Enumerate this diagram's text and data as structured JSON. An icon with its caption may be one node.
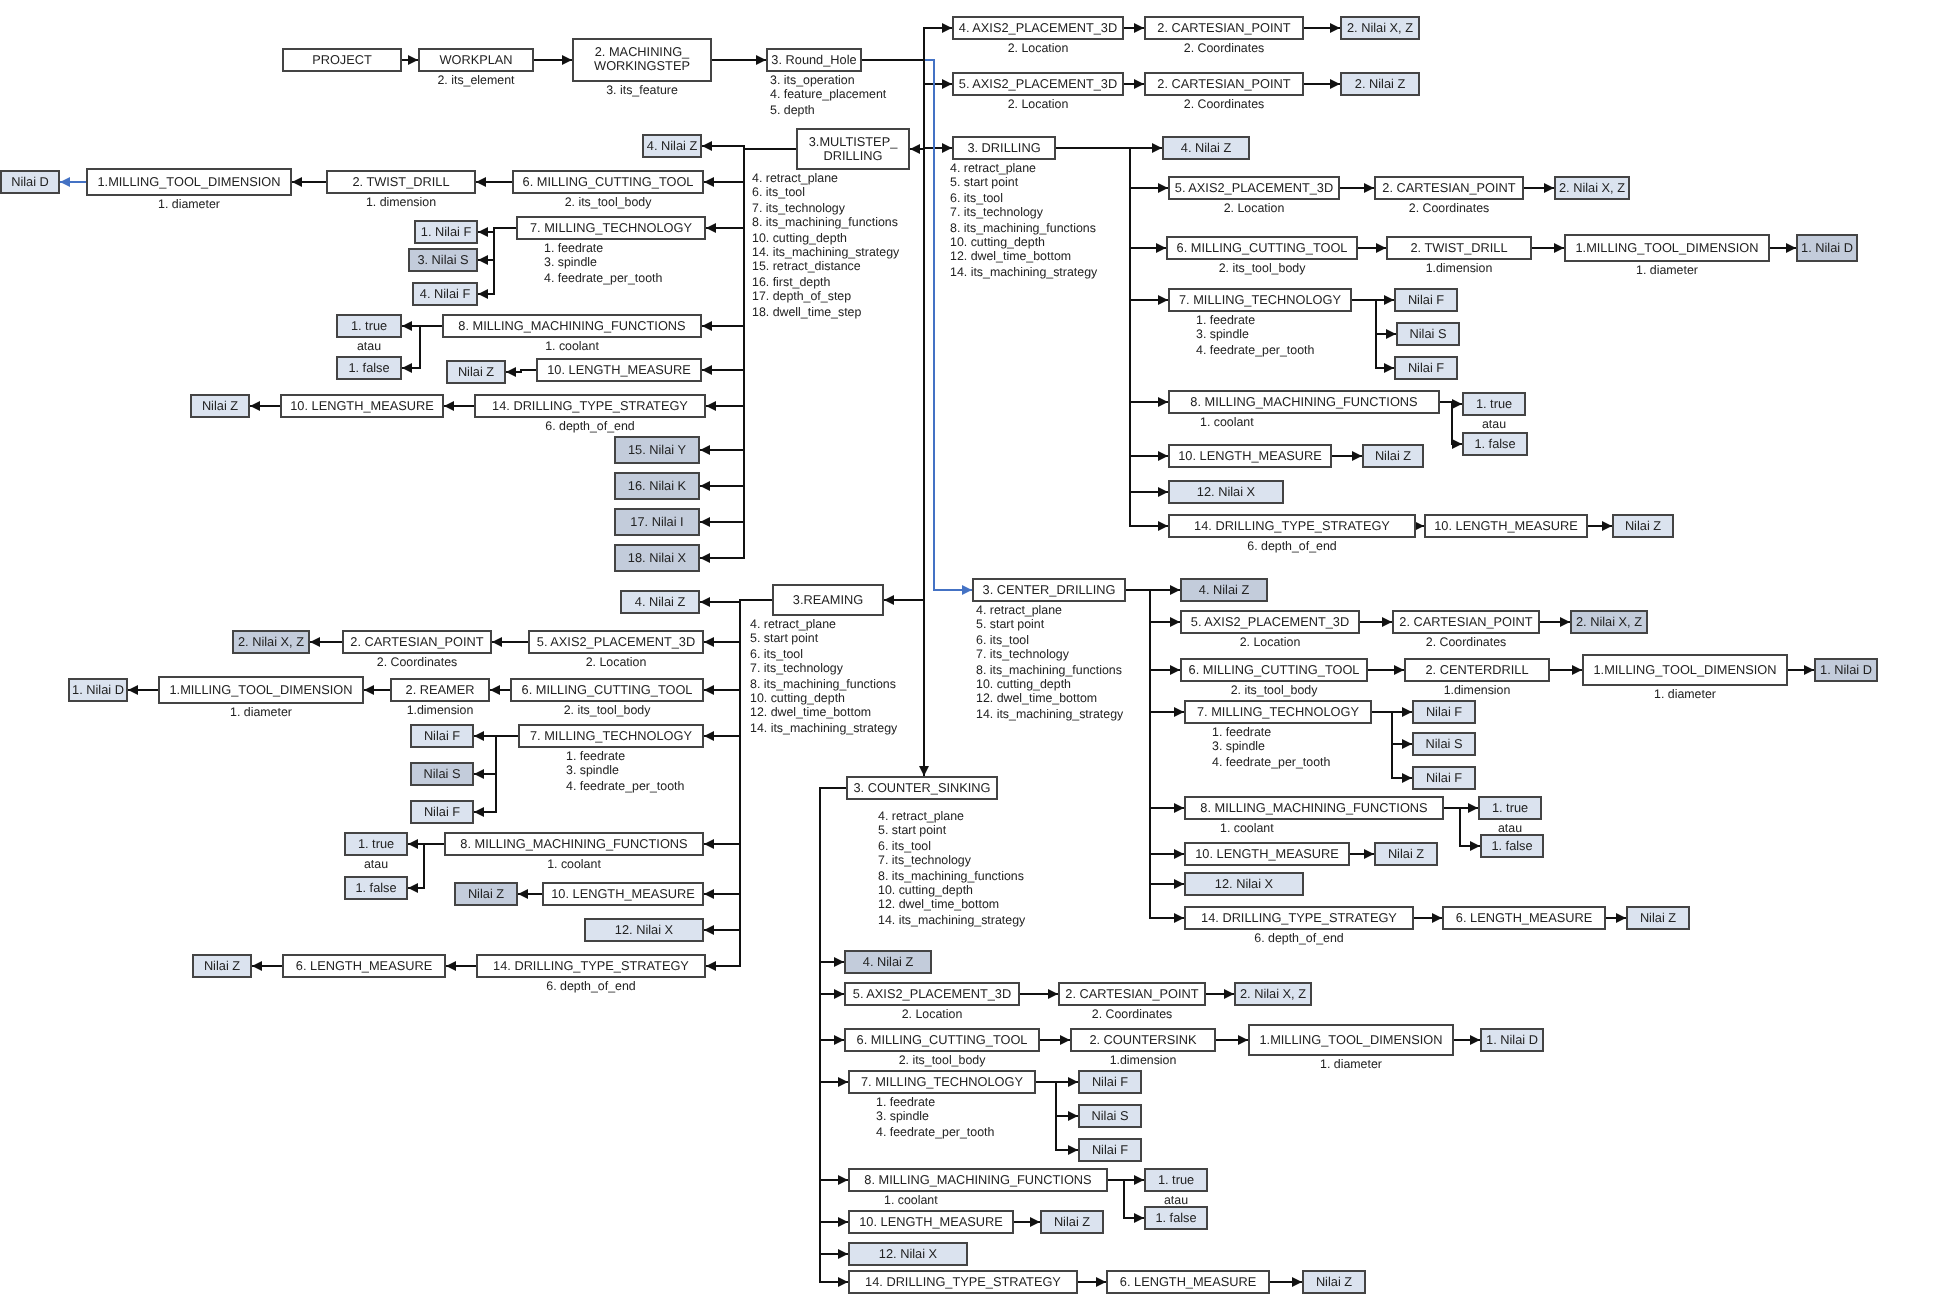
{
  "diagram": {
    "nodes": [
      {
        "text": [
          "PROJECT"
        ]
      },
      {
        "text": [
          "WORKPLAN"
        ],
        "beside": [
          "2. its_element"
        ]
      },
      {
        "text": [
          "2. MACHINING_ WORKINGSTEP"
        ],
        "beside": [
          "3. its_feature"
        ]
      },
      {
        "text": [
          "3. Round_Hole"
        ],
        "beside": [
          "3. its_operation",
          "4. feature_placement",
          "5. depth"
        ]
      },
      {
        "text": [
          "4. AXIS2_PLACEMENT_3D"
        ],
        "beside": [
          "2. Location"
        ]
      },
      {
        "text": [
          "2. CARTESIAN_POINT"
        ],
        "beside": [
          "2. Coordinates"
        ]
      },
      {
        "text": [
          "2. Nilai X, Z"
        ]
      },
      {
        "text": [
          "5. AXIS2_PLACEMENT_3D"
        ],
        "beside": [
          "2. Location"
        ]
      },
      {
        "text": [
          "2. CARTESIAN_POINT"
        ],
        "beside": [
          "2. Coordinates"
        ]
      },
      {
        "text": [
          "2. Nilai Z"
        ]
      },
      {
        "text": [
          "3.MULTISTEP_ DRILLING"
        ],
        "beside": [
          "4. retract_plane",
          "6. its_tool",
          "7. its_technology",
          "8. its_machining_functions",
          "10. cutting_depth",
          "14. its_machining_strategy",
          "15. retract_distance",
          "16. first_depth",
          "17. depth_of_step",
          "18. dwell_time_step"
        ]
      },
      {
        "text": [
          "4. Nilai Z"
        ]
      },
      {
        "text": [
          "6. MILLING_CUTTING_TOOL"
        ],
        "beside": [
          "2. its_tool_body"
        ]
      },
      {
        "text": [
          "2. TWIST_DRILL"
        ],
        "beside": [
          "1. dimension"
        ]
      },
      {
        "text": [
          "1.MILLING_TOOL_DIMENSION"
        ],
        "beside": [
          "1. diameter"
        ]
      },
      {
        "text": [
          "Nilai D"
        ]
      },
      {
        "text": [
          "7. MILLING_TECHNOLOGY"
        ],
        "beside": [
          "1. feedrate",
          "3. spindle",
          "4. feedrate_per_tooth"
        ]
      },
      {
        "text": [
          "1. Nilai F"
        ]
      },
      {
        "text": [
          "3. Nilai S"
        ]
      },
      {
        "text": [
          "4. Nilai F"
        ]
      },
      {
        "text": [
          "8. MILLING_MACHINING_FUNCTIONS"
        ],
        "beside": [
          "1. coolant"
        ]
      },
      {
        "text": [
          "1. true"
        ],
        "beside": [
          "atau"
        ]
      },
      {
        "text": [
          "1. false"
        ]
      },
      {
        "text": [
          "10. LENGTH_MEASURE"
        ]
      },
      {
        "text": [
          "Nilai Z"
        ]
      },
      {
        "text": [
          "14. DRILLING_TYPE_STRATEGY"
        ],
        "beside": [
          "6. depth_of_end"
        ]
      },
      {
        "text": [
          "10. LENGTH_MEASURE"
        ]
      },
      {
        "text": [
          "Nilai Z"
        ]
      },
      {
        "text": [
          "15. Nilai Y"
        ]
      },
      {
        "text": [
          "16. Nilai K"
        ]
      },
      {
        "text": [
          "17. Nilai I"
        ]
      },
      {
        "text": [
          "18. Nilai X"
        ]
      },
      {
        "text": [
          "3. DRILLING"
        ],
        "beside": [
          "4. retract_plane",
          "5. start point",
          "6. its_tool",
          "7. its_technology",
          "8. its_machining_functions",
          "10. cutting_depth",
          "12. dwel_time_bottom",
          "14. its_machining_strategy"
        ]
      },
      {
        "text": [
          "4. Nilai Z"
        ]
      },
      {
        "text": [
          "5. AXIS2_PLACEMENT_3D"
        ],
        "beside": [
          "2. Location"
        ]
      },
      {
        "text": [
          "2. CARTESIAN_POINT"
        ],
        "beside": [
          "2. Coordinates"
        ]
      },
      {
        "text": [
          "2. Nilai X, Z"
        ]
      },
      {
        "text": [
          "6. MILLING_CUTTING_TOOL"
        ],
        "beside": [
          "2. its_tool_body"
        ]
      },
      {
        "text": [
          "2. TWIST_DRILL"
        ],
        "beside": [
          "1.dimension"
        ]
      },
      {
        "text": [
          "1.MILLING_TOOL_DIMENSION"
        ],
        "beside": [
          "1. diameter"
        ]
      },
      {
        "text": [
          "1. Nilai D"
        ]
      },
      {
        "text": [
          "7. MILLING_TECHNOLOGY"
        ],
        "beside": [
          "1. feedrate",
          "3. spindle",
          "4. feedrate_per_tooth"
        ]
      },
      {
        "text": [
          "Nilai F"
        ]
      },
      {
        "text": [
          "Nilai S"
        ]
      },
      {
        "text": [
          "Nilai F"
        ]
      },
      {
        "text": [
          "8. MILLING_MACHINING_FUNCTIONS"
        ],
        "beside": [
          "1. coolant"
        ]
      },
      {
        "text": [
          "1. true"
        ],
        "beside": [
          "atau"
        ]
      },
      {
        "text": [
          "1. false"
        ]
      },
      {
        "text": [
          "10. LENGTH_MEASURE"
        ]
      },
      {
        "text": [
          "Nilai Z"
        ]
      },
      {
        "text": [
          "12. Nilai X"
        ]
      },
      {
        "text": [
          "14. DRILLING_TYPE_STRATEGY"
        ],
        "beside": [
          "6. depth_of_end"
        ]
      },
      {
        "text": [
          "10. LENGTH_MEASURE"
        ]
      },
      {
        "text": [
          "Nilai Z"
        ]
      },
      {
        "text": [
          "3.REAMING"
        ],
        "beside": [
          "4. retract_plane",
          "5. start point",
          "6. its_tool",
          "7. its_technology",
          "8. its_machining_functions",
          "10. cutting_depth",
          "12. dwel_time_bottom",
          "14. its_machining_strategy"
        ]
      },
      {
        "text": [
          "4. Nilai Z"
        ]
      },
      {
        "text": [
          "5. AXIS2_PLACEMENT_3D"
        ],
        "beside": [
          "2. Location"
        ]
      },
      {
        "text": [
          "2. CARTESIAN_POINT"
        ],
        "beside": [
          "2. Coordinates"
        ]
      },
      {
        "text": [
          "2. Nilai X, Z"
        ]
      },
      {
        "text": [
          "6. MILLING_CUTTING_TOOL"
        ],
        "beside": [
          "2. its_tool_body"
        ]
      },
      {
        "text": [
          "2. REAMER"
        ],
        "beside": [
          "1.dimension"
        ]
      },
      {
        "text": [
          "1.MILLING_TOOL_DIMENSION"
        ],
        "beside": [
          "1. diameter"
        ]
      },
      {
        "text": [
          "1. Nilai D"
        ]
      },
      {
        "text": [
          "7. MILLING_TECHNOLOGY"
        ],
        "beside": [
          "1. feedrate",
          "3. spindle",
          "4. feedrate_per_tooth"
        ]
      },
      {
        "text": [
          "Nilai F"
        ]
      },
      {
        "text": [
          "Nilai S"
        ]
      },
      {
        "text": [
          "Nilai F"
        ]
      },
      {
        "text": [
          "8. MILLING_MACHINING_FUNCTIONS"
        ],
        "beside": [
          "1. coolant"
        ]
      },
      {
        "text": [
          "1. true"
        ],
        "beside": [
          "atau"
        ]
      },
      {
        "text": [
          "1. false"
        ]
      },
      {
        "text": [
          "10. LENGTH_MEASURE"
        ]
      },
      {
        "text": [
          "Nilai Z"
        ]
      },
      {
        "text": [
          "12. Nilai X"
        ]
      },
      {
        "text": [
          "14. DRILLING_TYPE_STRATEGY"
        ],
        "beside": [
          "6. depth_of_end"
        ]
      },
      {
        "text": [
          "6. LENGTH_MEASURE"
        ]
      },
      {
        "text": [
          "Nilai Z"
        ]
      },
      {
        "text": [
          "3. CENTER_DRILLING"
        ],
        "beside": [
          "4. retract_plane",
          "5. start point",
          "6. its_tool",
          "7. its_technology",
          "8. its_machining_functions",
          "10. cutting_depth",
          "12. dwel_time_bottom",
          "14. its_machining_strategy"
        ]
      },
      {
        "text": [
          "4. Nilai Z"
        ]
      },
      {
        "text": [
          "5. AXIS2_PLACEMENT_3D"
        ],
        "beside": [
          "2. Location"
        ]
      },
      {
        "text": [
          "2. CARTESIAN_POINT"
        ],
        "beside": [
          "2. Coordinates"
        ]
      },
      {
        "text": [
          "2. Nilai X, Z"
        ]
      },
      {
        "text": [
          "6. MILLING_CUTTING_TOOL"
        ],
        "beside": [
          "2. its_tool_body"
        ]
      },
      {
        "text": [
          "2. CENTERDRILL"
        ],
        "beside": [
          "1.dimension"
        ]
      },
      {
        "text": [
          "1.MILLING_TOOL_DIMENSION"
        ],
        "beside": [
          "1. diameter"
        ]
      },
      {
        "text": [
          "1. Nilai D"
        ]
      },
      {
        "text": [
          "7. MILLING_TECHNOLOGY"
        ],
        "beside": [
          "1. feedrate",
          "3. spindle",
          "4. feedrate_per_tooth"
        ]
      },
      {
        "text": [
          "Nilai F"
        ]
      },
      {
        "text": [
          "Nilai S"
        ]
      },
      {
        "text": [
          "Nilai F"
        ]
      },
      {
        "text": [
          "8. MILLING_MACHINING_FUNCTIONS"
        ],
        "beside": [
          "1. coolant"
        ]
      },
      {
        "text": [
          "1. true"
        ],
        "beside": [
          "atau"
        ]
      },
      {
        "text": [
          "1. false"
        ]
      },
      {
        "text": [
          "10. LENGTH_MEASURE"
        ]
      },
      {
        "text": [
          "Nilai Z"
        ]
      },
      {
        "text": [
          "12. Nilai X"
        ]
      },
      {
        "text": [
          "14. DRILLING_TYPE_STRATEGY"
        ],
        "beside": [
          "6. depth_of_end"
        ]
      },
      {
        "text": [
          "6. LENGTH_MEASURE"
        ]
      },
      {
        "text": [
          "Nilai Z"
        ]
      },
      {
        "text": [
          "3. COUNTER_SINKING"
        ],
        "beside": [
          "4. retract_plane",
          "5. start point",
          "6. its_tool",
          "7. its_technology",
          "8. its_machining_functions",
          "10. cutting_depth",
          "12. dwel_time_bottom",
          "14. its_machining_strategy"
        ]
      },
      {
        "text": [
          "4. Nilai Z"
        ]
      },
      {
        "text": [
          "5. AXIS2_PLACEMENT_3D"
        ],
        "beside": [
          "2. Location"
        ]
      },
      {
        "text": [
          "2. CARTESIAN_POINT"
        ],
        "beside": [
          "2. Coordinates"
        ]
      },
      {
        "text": [
          "2. Nilai X, Z"
        ]
      },
      {
        "text": [
          "6. MILLING_CUTTING_TOOL"
        ],
        "beside": [
          "2. its_tool_body"
        ]
      },
      {
        "text": [
          "2. COUNTERSINK"
        ],
        "beside": [
          "1.dimension"
        ]
      },
      {
        "text": [
          "1.MILLING_TOOL_DIMENSION"
        ],
        "beside": [
          "1. diameter"
        ]
      },
      {
        "text": [
          "1. Nilai D"
        ]
      },
      {
        "text": [
          "7. MILLING_TECHNOLOGY"
        ],
        "beside": [
          "1. feedrate",
          "3. spindle",
          "4. feedrate_per_tooth"
        ]
      },
      {
        "text": [
          "Nilai F"
        ]
      },
      {
        "text": [
          "Nilai S"
        ]
      },
      {
        "text": [
          "Nilai F"
        ]
      },
      {
        "text": [
          "8. MILLING_MACHINING_FUNCTIONS"
        ],
        "beside": [
          "1. coolant"
        ]
      },
      {
        "text": [
          "1. true"
        ],
        "beside": [
          "atau"
        ]
      },
      {
        "text": [
          "1. false"
        ]
      },
      {
        "text": [
          "10. LENGTH_MEASURE"
        ]
      },
      {
        "text": [
          "Nilai Z"
        ]
      },
      {
        "text": [
          "12. Nilai X"
        ]
      },
      {
        "text": [
          "14. DRILLING_TYPE_STRATEGY"
        ]
      },
      {
        "text": [
          "6. LENGTH_MEASURE"
        ]
      },
      {
        "text": [
          "Nilai Z"
        ]
      }
    ],
    "edges": [
      {
        "from": 0,
        "to": 1,
        "arrow": "to"
      },
      {
        "from": 1,
        "to": 2,
        "arrow": "to"
      },
      {
        "from": 2,
        "to": 3,
        "arrow": "to"
      },
      {
        "from": 3,
        "to": 4,
        "arrow": "to"
      },
      {
        "from": 3,
        "to": 7,
        "arrow": "to"
      },
      {
        "from": 3,
        "to": 10,
        "arrow": "to"
      },
      {
        "from": 3,
        "to": 32,
        "arrow": "to"
      },
      {
        "from": 3,
        "to": 76,
        "arrow": "to",
        "color": "#4472c4"
      },
      {
        "from": 3,
        "to": 54,
        "arrow": "to"
      },
      {
        "from": 3,
        "to": 98,
        "arrow": "to"
      },
      {
        "from": 4,
        "to": 5,
        "arrow": "to"
      },
      {
        "from": 5,
        "to": 6,
        "arrow": "to"
      },
      {
        "from": 7,
        "to": 8,
        "arrow": "to"
      },
      {
        "from": 8,
        "to": 9,
        "arrow": "to"
      },
      {
        "from": 10,
        "to": 11,
        "arrow": "to"
      },
      {
        "from": 10,
        "to": 12,
        "arrow": "to"
      },
      {
        "from": 12,
        "to": 13,
        "arrow": "to"
      },
      {
        "from": 13,
        "to": 14,
        "arrow": "to"
      },
      {
        "from": 14,
        "to": 15,
        "arrow": "to",
        "color": "#4472c4"
      },
      {
        "from": 10,
        "to": 16,
        "arrow": "to"
      },
      {
        "from": 16,
        "to": 17,
        "arrow": "to"
      },
      {
        "from": 16,
        "to": 18,
        "arrow": "to"
      },
      {
        "from": 16,
        "to": 19,
        "arrow": "to"
      },
      {
        "from": 10,
        "to": 20,
        "arrow": "to"
      },
      {
        "from": 20,
        "to": 21,
        "arrow": "to"
      },
      {
        "from": 20,
        "to": 22,
        "arrow": "to"
      },
      {
        "from": 10,
        "to": 23,
        "arrow": "to"
      },
      {
        "from": 23,
        "to": 24,
        "arrow": "to"
      },
      {
        "from": 10,
        "to": 25,
        "arrow": "to"
      },
      {
        "from": 25,
        "to": 26,
        "arrow": "to"
      },
      {
        "from": 26,
        "to": 27,
        "arrow": "to"
      },
      {
        "from": 10,
        "to": 28,
        "arrow": "to"
      },
      {
        "from": 10,
        "to": 29,
        "arrow": "to"
      },
      {
        "from": 10,
        "to": 30,
        "arrow": "to"
      },
      {
        "from": 10,
        "to": 31,
        "arrow": "to"
      },
      {
        "from": 32,
        "to": 33,
        "arrow": "to"
      },
      {
        "from": 32,
        "to": 34,
        "arrow": "to"
      },
      {
        "from": 34,
        "to": 35,
        "arrow": "to"
      },
      {
        "from": 35,
        "to": 36,
        "arrow": "to"
      },
      {
        "from": 32,
        "to": 37,
        "arrow": "to"
      },
      {
        "from": 37,
        "to": 38,
        "arrow": "to"
      },
      {
        "from": 38,
        "to": 39,
        "arrow": "to"
      },
      {
        "from": 39,
        "to": 40,
        "arrow": "to"
      },
      {
        "from": 32,
        "to": 41,
        "arrow": "to"
      },
      {
        "from": 41,
        "to": 42,
        "arrow": "to"
      },
      {
        "from": 41,
        "to": 43,
        "arrow": "to"
      },
      {
        "from": 41,
        "to": 44,
        "arrow": "to"
      },
      {
        "from": 32,
        "to": 45,
        "arrow": "to"
      },
      {
        "from": 45,
        "to": 46,
        "arrow": "to"
      },
      {
        "from": 45,
        "to": 47,
        "arrow": "to"
      },
      {
        "from": 32,
        "to": 48,
        "arrow": "to"
      },
      {
        "from": 48,
        "to": 49,
        "arrow": "to"
      },
      {
        "from": 32,
        "to": 50,
        "arrow": "to"
      },
      {
        "from": 32,
        "to": 51,
        "arrow": "to"
      },
      {
        "from": 51,
        "to": 52,
        "arrow": "to"
      },
      {
        "from": 52,
        "to": 53,
        "arrow": "to"
      },
      {
        "from": 54,
        "to": 55,
        "arrow": "to"
      },
      {
        "from": 54,
        "to": 56,
        "arrow": "to"
      },
      {
        "from": 56,
        "to": 57,
        "arrow": "to"
      },
      {
        "from": 57,
        "to": 58,
        "arrow": "to"
      },
      {
        "from": 54,
        "to": 59,
        "arrow": "to"
      },
      {
        "from": 59,
        "to": 60,
        "arrow": "to"
      },
      {
        "from": 60,
        "to": 61,
        "arrow": "to"
      },
      {
        "from": 61,
        "to": 62,
        "arrow": "to"
      },
      {
        "from": 54,
        "to": 63,
        "arrow": "to"
      },
      {
        "from": 63,
        "to": 64,
        "arrow": "to"
      },
      {
        "from": 63,
        "to": 65,
        "arrow": "to"
      },
      {
        "from": 63,
        "to": 66,
        "arrow": "to"
      },
      {
        "from": 54,
        "to": 67,
        "arrow": "to"
      },
      {
        "from": 67,
        "to": 68,
        "arrow": "to"
      },
      {
        "from": 67,
        "to": 69,
        "arrow": "to"
      },
      {
        "from": 54,
        "to": 70,
        "arrow": "to"
      },
      {
        "from": 70,
        "to": 71,
        "arrow": "to"
      },
      {
        "from": 54,
        "to": 72,
        "arrow": "to"
      },
      {
        "from": 54,
        "to": 73,
        "arrow": "to"
      },
      {
        "from": 73,
        "to": 74,
        "arrow": "to"
      },
      {
        "from": 74,
        "to": 75,
        "arrow": "to"
      },
      {
        "from": 76,
        "to": 77,
        "arrow": "to"
      },
      {
        "from": 76,
        "to": 78,
        "arrow": "to"
      },
      {
        "from": 78,
        "to": 79,
        "arrow": "to"
      },
      {
        "from": 79,
        "to": 80,
        "arrow": "to"
      },
      {
        "from": 76,
        "to": 81,
        "arrow": "to"
      },
      {
        "from": 81,
        "to": 82,
        "arrow": "to"
      },
      {
        "from": 82,
        "to": 83,
        "arrow": "to"
      },
      {
        "from": 83,
        "to": 84,
        "arrow": "to"
      },
      {
        "from": 76,
        "to": 85,
        "arrow": "to"
      },
      {
        "from": 85,
        "to": 86,
        "arrow": "to"
      },
      {
        "from": 85,
        "to": 87,
        "arrow": "to"
      },
      {
        "from": 85,
        "to": 88,
        "arrow": "to"
      },
      {
        "from": 76,
        "to": 89,
        "arrow": "to"
      },
      {
        "from": 89,
        "to": 90,
        "arrow": "to"
      },
      {
        "from": 89,
        "to": 91,
        "arrow": "to"
      },
      {
        "from": 76,
        "to": 92,
        "arrow": "to"
      },
      {
        "from": 92,
        "to": 93,
        "arrow": "to"
      },
      {
        "from": 76,
        "to": 94,
        "arrow": "to"
      },
      {
        "from": 76,
        "to": 95,
        "arrow": "to"
      },
      {
        "from": 95,
        "to": 96,
        "arrow": "to"
      },
      {
        "from": 96,
        "to": 97,
        "arrow": "to"
      },
      {
        "from": 98,
        "to": 99,
        "arrow": "to"
      },
      {
        "from": 98,
        "to": 100,
        "arrow": "to"
      },
      {
        "from": 100,
        "to": 101,
        "arrow": "to"
      },
      {
        "from": 101,
        "to": 102,
        "arrow": "to"
      },
      {
        "from": 98,
        "to": 103,
        "arrow": "to"
      },
      {
        "from": 103,
        "to": 104,
        "arrow": "to"
      },
      {
        "from": 104,
        "to": 105,
        "arrow": "to"
      },
      {
        "from": 105,
        "to": 106,
        "arrow": "to"
      },
      {
        "from": 98,
        "to": 107,
        "arrow": "to"
      },
      {
        "from": 107,
        "to": 108,
        "arrow": "to"
      },
      {
        "from": 107,
        "to": 109,
        "arrow": "to"
      },
      {
        "from": 107,
        "to": 110,
        "arrow": "to"
      },
      {
        "from": 98,
        "to": 111,
        "arrow": "to"
      },
      {
        "from": 111,
        "to": 112,
        "arrow": "to"
      },
      {
        "from": 111,
        "to": 113,
        "arrow": "to"
      },
      {
        "from": 98,
        "to": 114,
        "arrow": "to"
      },
      {
        "from": 114,
        "to": 115,
        "arrow": "to"
      },
      {
        "from": 98,
        "to": 116,
        "arrow": "to"
      },
      {
        "from": 98,
        "to": 117,
        "arrow": "to"
      },
      {
        "from": 117,
        "to": 118,
        "arrow": "to"
      },
      {
        "from": 118,
        "to": 119,
        "arrow": "to"
      }
    ]
  }
}
